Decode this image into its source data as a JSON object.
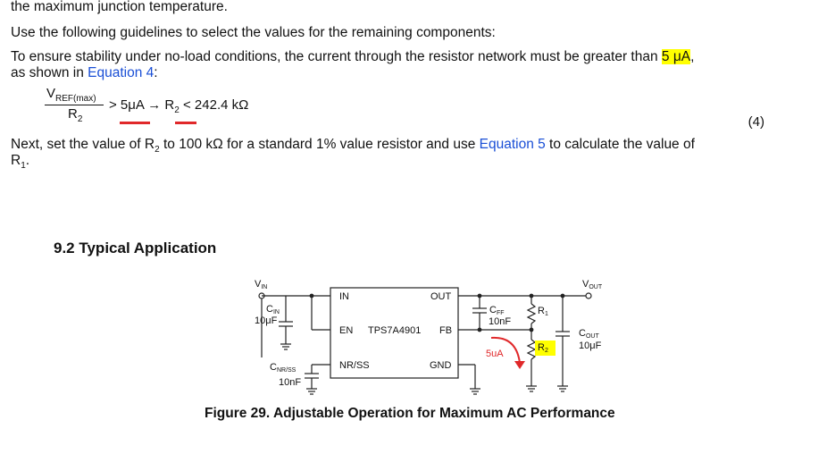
{
  "text": {
    "line0": "the maximum junction temperature.",
    "line1": "Use the following guidelines to select the values for the remaining components:",
    "line2_pre": "To ensure stability under no-load conditions, the current through the resistor network must be greater than ",
    "line2_hl": "5 μA",
    "line2_post": ",",
    "line3_pre": "as shown in ",
    "line3_link": "Equation 4",
    "line3_post": ":",
    "eq_num_v": "V",
    "eq_num_sub": "REF(max)",
    "eq_den_r": "R",
    "eq_den_sub": "2",
    "eq_rhs_a": "> 5μA → R",
    "eq_rhs_sub": "2",
    "eq_rhs_b": " < 242.4 kΩ",
    "eq_number": "(4)",
    "line4_pre": "Next, set the value of R",
    "line4_sub": "2",
    "line4_mid": " to 100 kΩ for a standard 1% value resistor and use ",
    "line4_link": "Equation 5",
    "line4_post": " to calculate the value of",
    "line5_r": "R",
    "line5_sub": "1",
    "line5_post": ".",
    "section": "9.2   Typical Application",
    "caption": "Figure 29.  Adjustable Operation for Maximum AC Performance"
  },
  "schematic": {
    "vin": "V",
    "vin_sub": "IN",
    "cin": "C",
    "cin_sub": "IN",
    "cin_val": "10μF",
    "cnr": "C",
    "cnr_sub": "NR/SS",
    "cnr_val": "10nF",
    "ic_in": "IN",
    "ic_out": "OUT",
    "ic_en": "EN",
    "ic_name": "TPS7A4901",
    "ic_fb": "FB",
    "ic_nr": "NR/SS",
    "ic_gnd": "GND",
    "cff": "C",
    "cff_sub": "FF",
    "cff_val": "10nF",
    "r1": "R",
    "r1_sub": "1",
    "r2": "R",
    "r2_sub": "2",
    "current_label": "5uA",
    "cout": "C",
    "cout_sub": "OUT",
    "cout_val": "10μF",
    "vout": "V",
    "vout_sub": "OUT"
  },
  "colors": {
    "link": "#1a4fd6",
    "highlight": "#ffff00",
    "annotation": "#e0282a"
  }
}
